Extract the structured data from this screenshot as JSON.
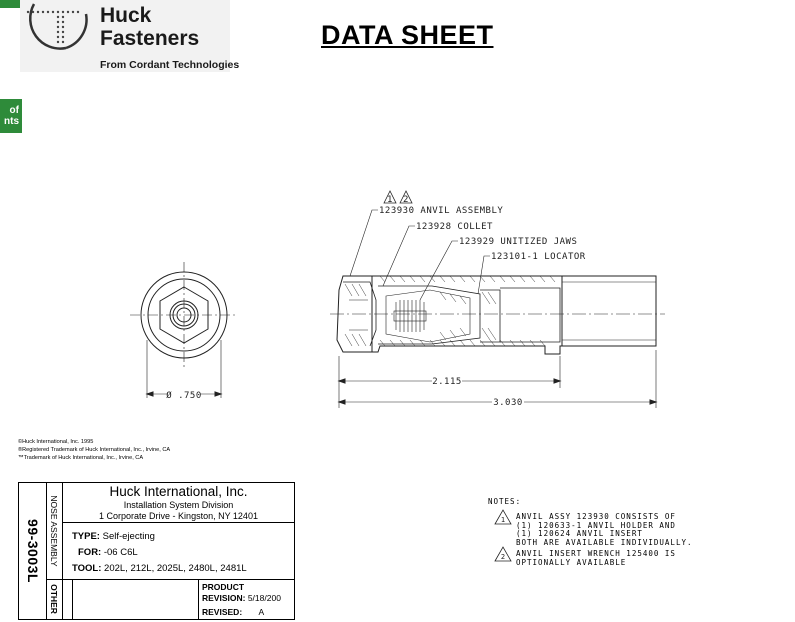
{
  "header": {
    "logo_line1": "Huck",
    "logo_line2": "Fasteners",
    "logo_tagline": "From Cordant Technologies",
    "title": "DATA SHEET"
  },
  "side_tab": {
    "line1": "of",
    "line2": "nts",
    "color": "#2e8b3a"
  },
  "drawing": {
    "callout_markers": [
      "1",
      "2"
    ],
    "callouts": [
      "123930 ANVIL ASSEMBLY",
      "123928 COLLET",
      "123929 UNITIZED JAWS",
      "123101-1 LOCATOR"
    ],
    "dim_diameter": "Ø .750",
    "dim_mid": "2.115",
    "dim_overall": "3.030"
  },
  "copyright": [
    "©Huck International, Inc. 1995",
    "®Registered Trademark of Huck International, Inc., Irvine, CA",
    "™Trademark of Huck International, Inc., Irvine, CA"
  ],
  "title_block": {
    "doc_number": "99-3003L",
    "category": "NOSE ASSEMBLY",
    "other_label": "OTHER",
    "company": "Huck International, Inc.",
    "division": "Installation System Division",
    "address": "1 Corporate Drive - Kingston, NY  12401",
    "type_label": "TYPE:",
    "type_value": "Self-ejecting",
    "for_label": "FOR:",
    "for_value": "-06 C6L",
    "tool_label": "TOOL:",
    "tool_value": "202L, 212L, 2025L, 2480L, 2481L",
    "product_label": "PRODUCT",
    "revision_label": "REVISION:",
    "revision_value": "5/18/200",
    "revised_label": "REVISED:",
    "revised_value": "A"
  },
  "notes": {
    "heading": "NOTES:",
    "items": [
      {
        "marker": "1",
        "lines": [
          "ANVIL ASSY 123930 CONSISTS OF",
          "(1) 120633-1 ANVIL HOLDER AND",
          "(1) 120624 ANVIL INSERT",
          "BOTH ARE AVAILABLE INDIVIDUALLY."
        ]
      },
      {
        "marker": "2",
        "lines": [
          "ANVIL INSERT WRENCH 125400 IS",
          "OPTIONALLY AVAILABLE"
        ]
      }
    ]
  }
}
